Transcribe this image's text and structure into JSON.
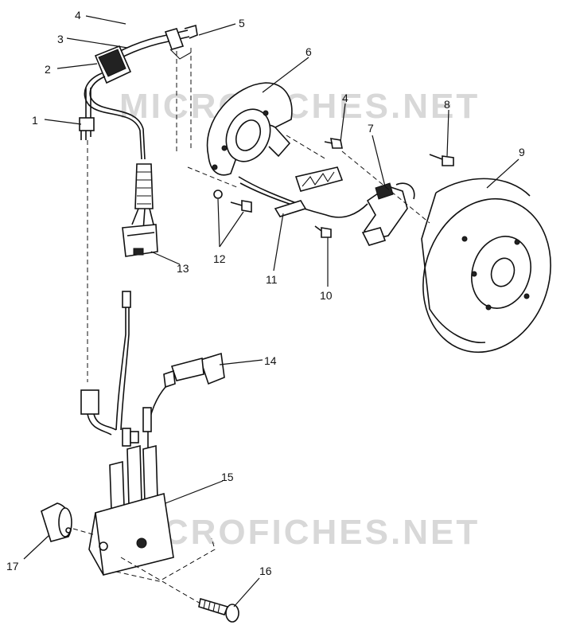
{
  "watermark": "MICROFICHES.NET",
  "callouts": {
    "c1": "1",
    "c2": "2",
    "c3": "3",
    "c4a": "4",
    "c4b": "4",
    "c5": "5",
    "c6": "6",
    "c7": "7",
    "c8": "8",
    "c9": "9",
    "c10": "10",
    "c11": "11",
    "c12": "12",
    "c13": "13",
    "c14": "14",
    "c15": "15",
    "c16": "16",
    "c17": "17"
  }
}
